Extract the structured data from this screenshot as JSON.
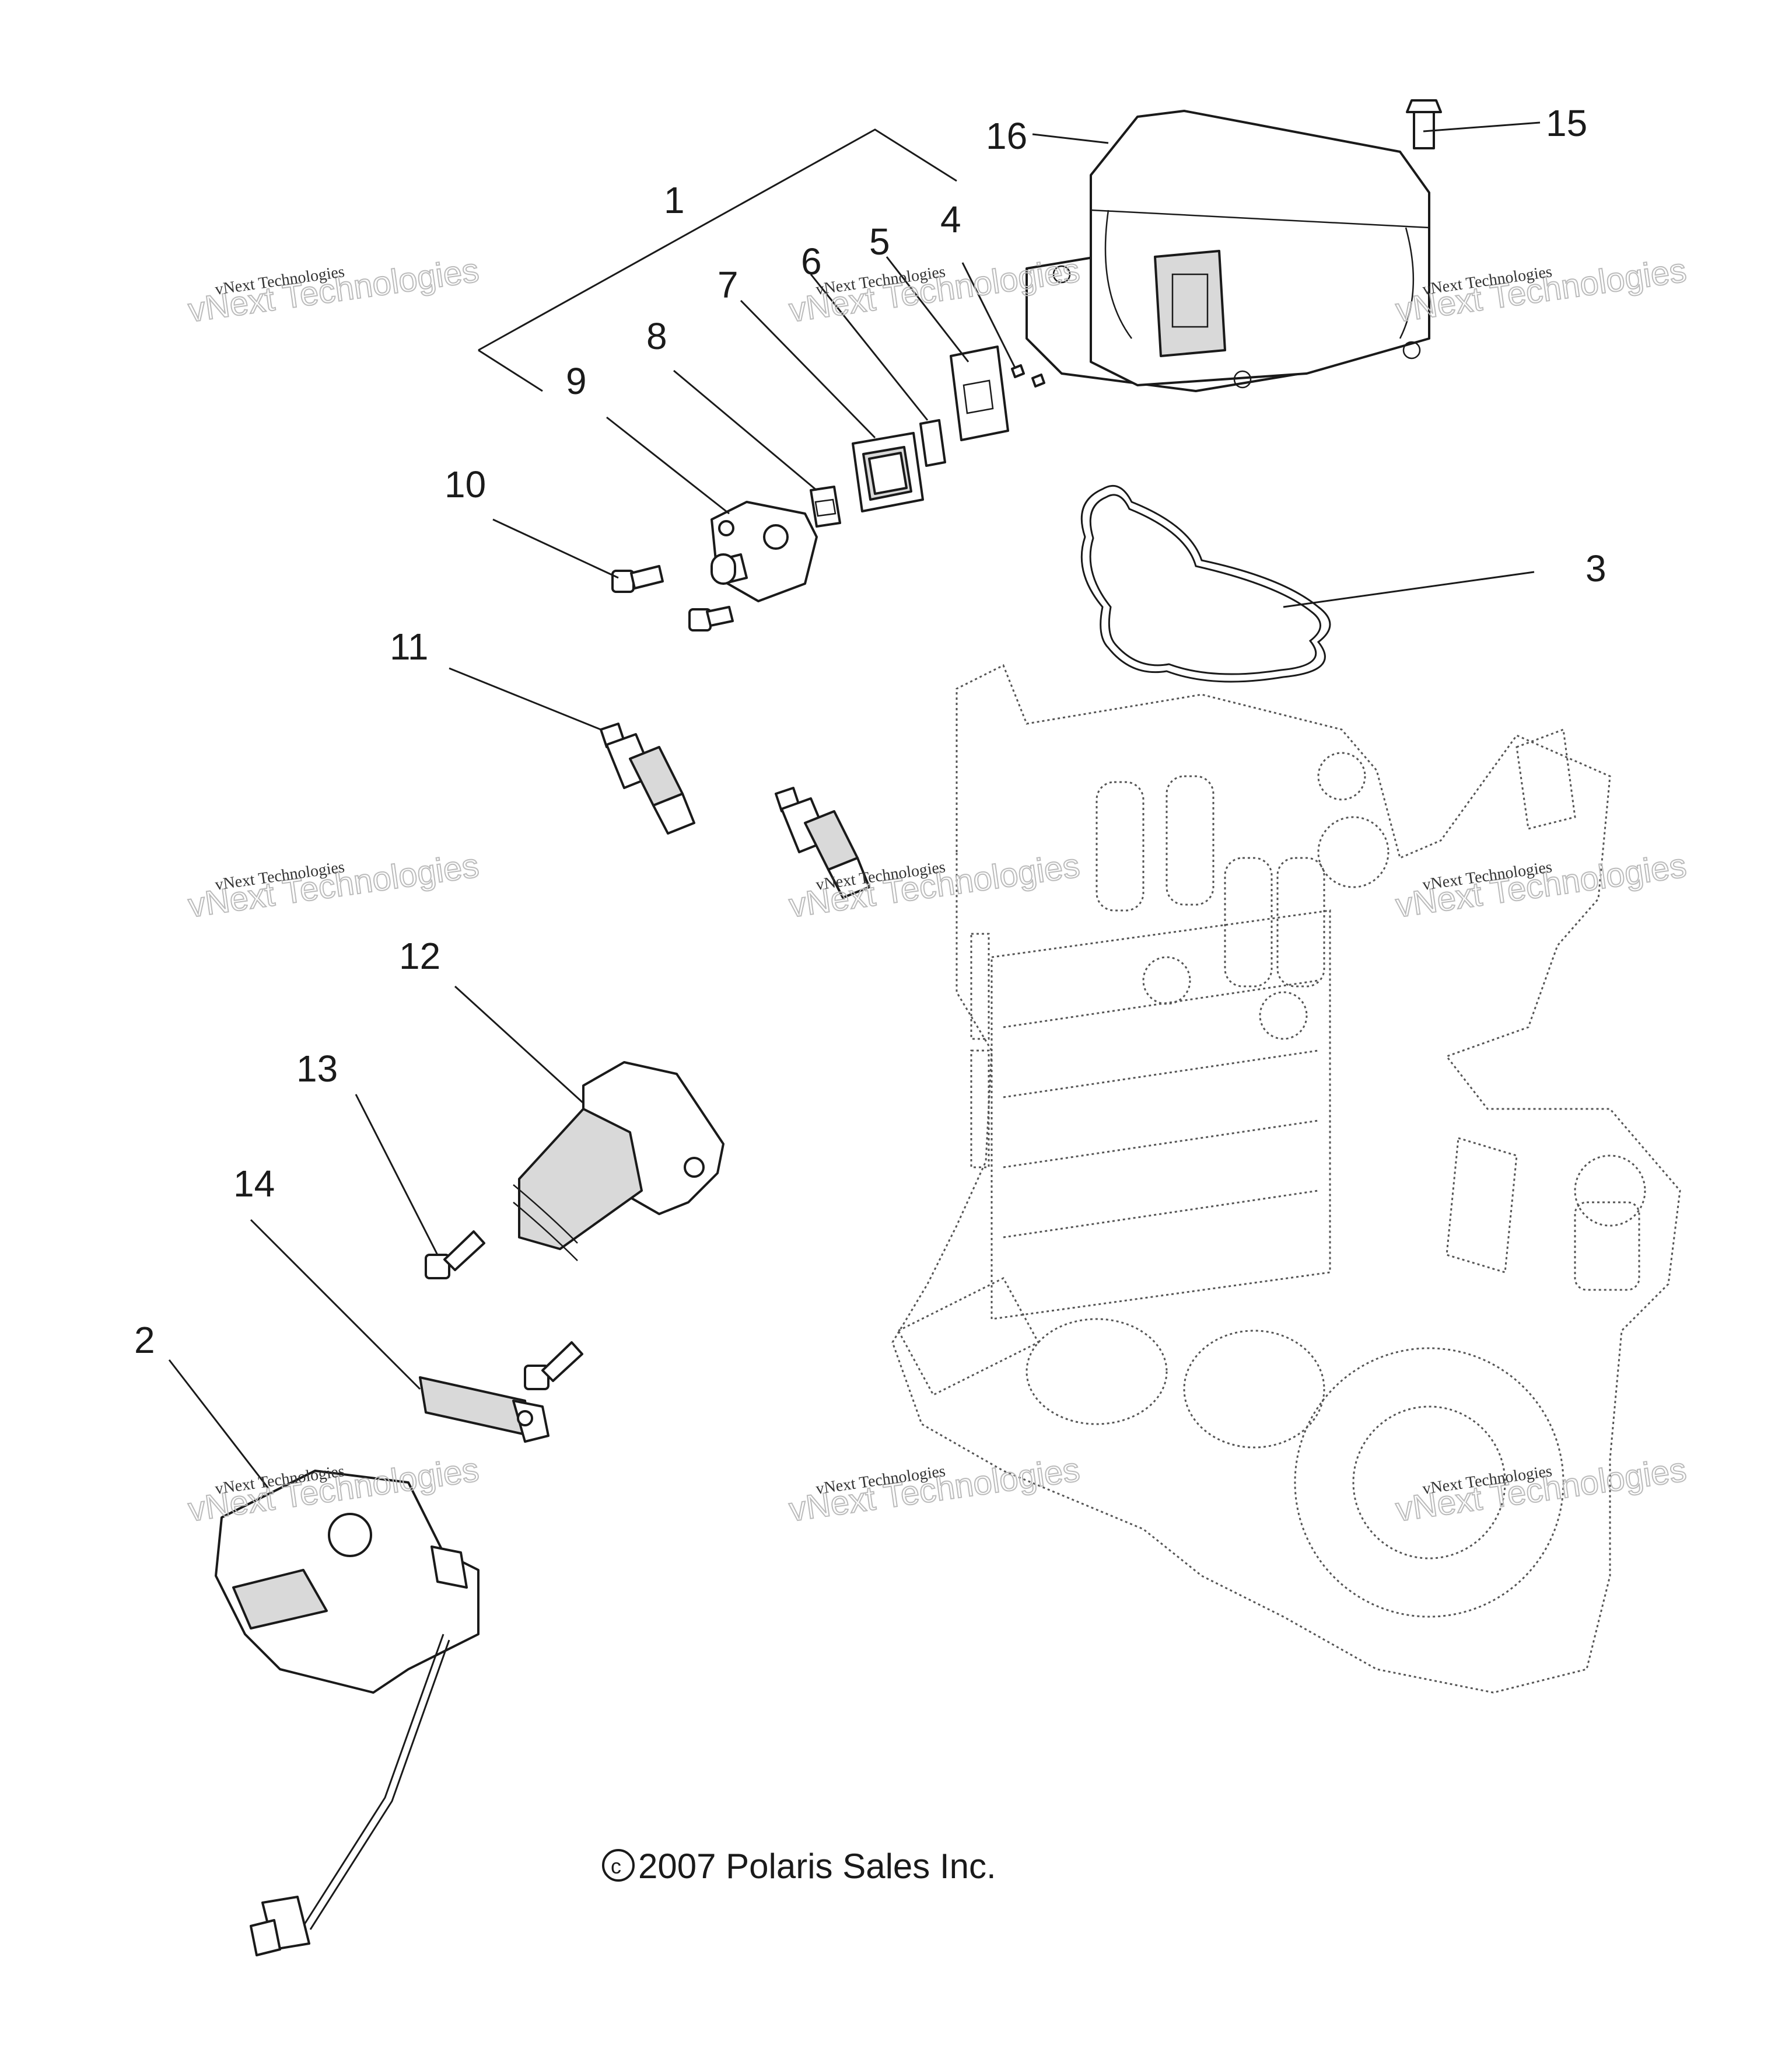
{
  "callouts": [
    "1",
    "2",
    "3",
    "4",
    "5",
    "6",
    "7",
    "8",
    "9",
    "10",
    "11",
    "12",
    "13",
    "14",
    "15",
    "16"
  ],
  "copyright": "2007 Polaris Sales Inc.",
  "watermark": {
    "line1": "vNext Technologies",
    "line2": "vNext Technologies"
  }
}
